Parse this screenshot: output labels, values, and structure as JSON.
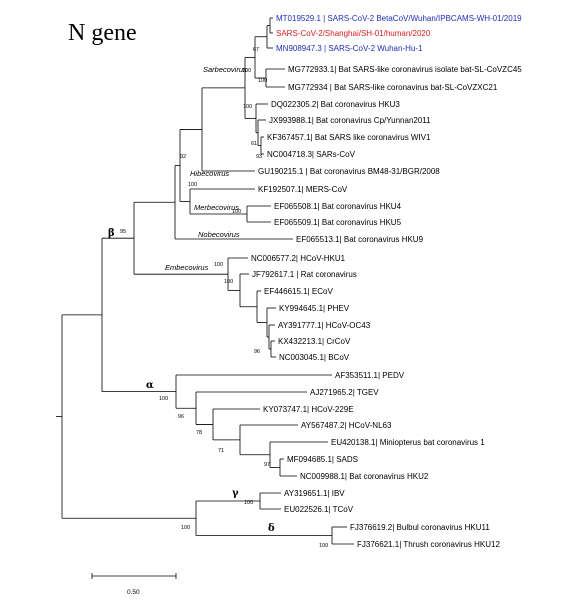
{
  "title": "N gene",
  "scale_label": "0.50",
  "taxa": {
    "t01": {
      "text": "MT019529.1 | SARS-CoV-2 BetaCoV/Wuhan/IPBCAMS-WH-01/2019",
      "color": "blue"
    },
    "t02": {
      "text": "SARS-CoV-2/Shanghai/SH-01/human/2020",
      "color": "red"
    },
    "t03": {
      "text": "MN908947.3 | SARS-CoV-2 Wuhan-Hu-1",
      "color": "blue"
    },
    "t04": {
      "text": "MG772933.1| Bat SARS-like coronavirus isolate bat-SL-CoVZC45"
    },
    "t05": {
      "text": "MG772934 | Bat SARS-like coronavirus bat-SL-CoVZXC21"
    },
    "t06": {
      "text": "DQ022305.2| Bat coronavirus HKU3"
    },
    "t07": {
      "text": "JX993988.1| Bat coronavirus Cp/Yunnan2011"
    },
    "t08": {
      "text": "KF367457.1| Bat SARS like coronavirus WIV1"
    },
    "t09": {
      "text": "NC004718.3| SARs-CoV"
    },
    "t10": {
      "text": "GU190215.1 | Bat coronavirus BM48-31/BGR/2008"
    },
    "t11": {
      "text": "KF192507.1| MERS-CoV"
    },
    "t12": {
      "text": "EF065508.1| Bat coronavirus HKU4"
    },
    "t13": {
      "text": "EF065509.1| Bat coronavirus HKU5"
    },
    "t14": {
      "text": "EF065513.1| Bat coronavirus HKU9"
    },
    "t15": {
      "text": "NC006577.2| HCoV-HKU1"
    },
    "t16": {
      "text": "JF792617.1 | Rat coronavirus"
    },
    "t17": {
      "text": "EF446615.1| ECoV"
    },
    "t18": {
      "text": "KY994645.1| PHEV"
    },
    "t19": {
      "text": "AY391777.1| HCoV-OC43"
    },
    "t20": {
      "text": "KX432213.1| CrCoV"
    },
    "t21": {
      "text": "NC003045.1| BCoV"
    },
    "t22": {
      "text": "AF353511.1| PEDV"
    },
    "t23": {
      "text": "AJ271965.2| TGEV"
    },
    "t24": {
      "text": "KY073747.1| HCoV-229E"
    },
    "t25": {
      "text": "AY567487.2| HCoV-NL63"
    },
    "t26": {
      "text": "EU420138.1| Miniopterus bat coronavirus 1"
    },
    "t27": {
      "text": "MF094685.1| SADS"
    },
    "t28": {
      "text": "NC009988.1| Bat coronavirus HKU2"
    },
    "t29": {
      "text": "AY319651.1| IBV"
    },
    "t30": {
      "text": "EU022526.1| TCoV"
    },
    "t31": {
      "text": "FJ376619.2| Bulbul coronavirus HKU11"
    },
    "t32": {
      "text": "FJ376621.1| Thrush coronavirus HKU12"
    }
  },
  "genera": {
    "sarbecovirus": "Sarbecovirus",
    "hibecovirus": "Hibecovirus",
    "merbecovirus": "Merbecovirus",
    "nobecovirus": "Nobecovirus",
    "embecovirus": "Embecovirus"
  },
  "greek": {
    "beta": "β",
    "alpha": "α",
    "gamma": "γ",
    "delta": "δ"
  },
  "bootstrap": {
    "b1": "67",
    "b2": "100",
    "b3": "100",
    "b4": "100",
    "b5": "61",
    "b6": "93",
    "b7": "92",
    "b8": "100",
    "b9": "100",
    "b10": "95",
    "b11": "100",
    "b12": "100",
    "b13": "96",
    "b14": "100",
    "b15": "96",
    "b16": "78",
    "b17": "71",
    "b18": "97",
    "b19": "100",
    "b20": "100",
    "b21": "100"
  }
}
